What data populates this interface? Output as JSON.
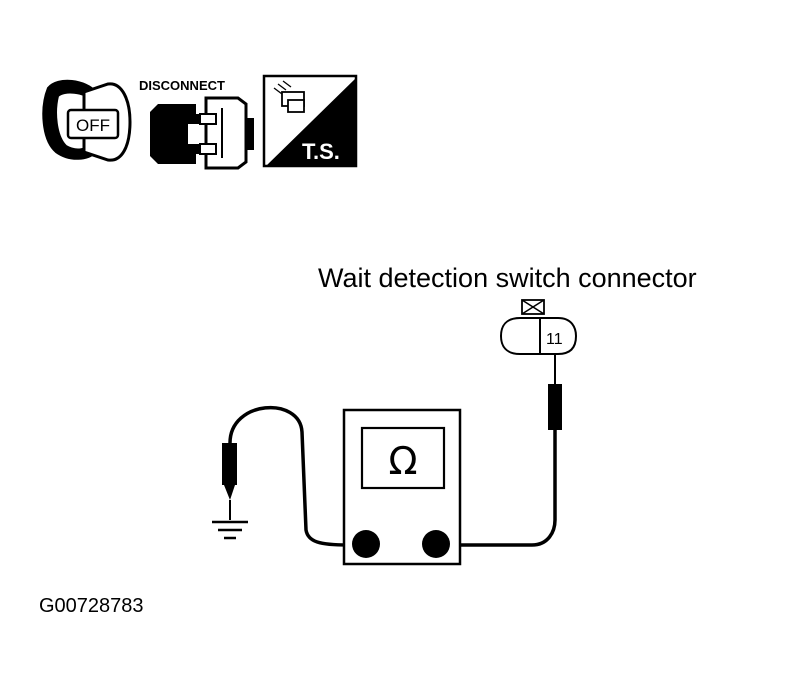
{
  "icons": {
    "ignition_label": "OFF",
    "disconnect_label": "DISCONNECT",
    "ts_label": "T.S."
  },
  "connector": {
    "title": "Wait detection switch connector",
    "pin": "11"
  },
  "meter": {
    "symbol": "Ω"
  },
  "figure_code": "G00728783"
}
